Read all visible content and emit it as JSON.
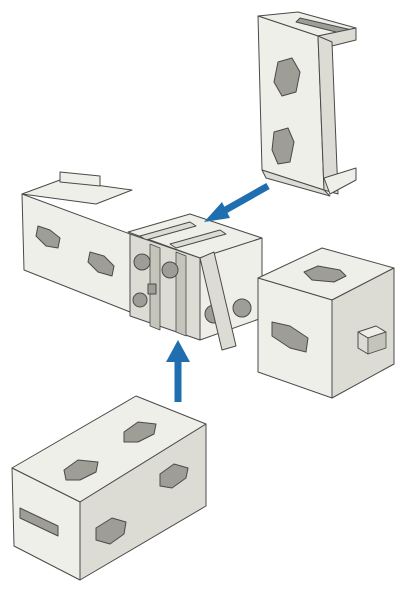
{
  "diagram": {
    "kind": "exploded-assembly",
    "parts": [
      {
        "name": "u-channel-top",
        "role": "incoming-part"
      },
      {
        "name": "u-channel-left",
        "role": "base-part"
      },
      {
        "name": "connector-block-center",
        "role": "base-part"
      },
      {
        "name": "cube-block-right",
        "role": "base-part"
      },
      {
        "name": "rect-block-bottom",
        "role": "incoming-part"
      }
    ],
    "arrows": [
      {
        "name": "arrow-top-part-insertion",
        "direction": "down-left"
      },
      {
        "name": "arrow-bottom-part-insertion",
        "direction": "up"
      }
    ],
    "colors": {
      "part_light": "#efefe9",
      "part_mid": "#dcdcd4",
      "part_dark": "#c4c4bb",
      "slot_shadow": "#9e9e96",
      "outline": "#4a4a4a",
      "arrow": "#1f6fb0"
    }
  }
}
